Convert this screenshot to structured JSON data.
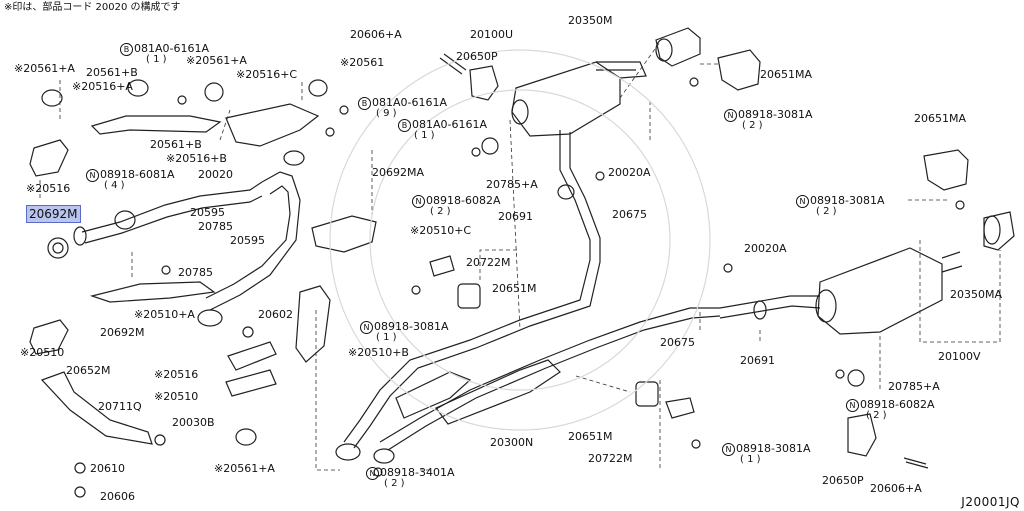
{
  "header_note": "※印は、部品コード 20020 の構成です",
  "diagram_code": "J20001JQ",
  "callouts": [
    {
      "id": "c1",
      "text": "※20561+A"
    },
    {
      "id": "c2",
      "text": "20561+B"
    },
    {
      "id": "c3",
      "text": "※20516+A"
    },
    {
      "id": "c4",
      "text": "081A0-6161A",
      "mark": "B"
    },
    {
      "id": "c5",
      "text": "※20561+A"
    },
    {
      "id": "c6",
      "text": "※20516+C"
    },
    {
      "id": "c7",
      "text": "20606+A"
    },
    {
      "id": "c8",
      "text": "20100U"
    },
    {
      "id": "c9",
      "text": "20350M"
    },
    {
      "id": "c10",
      "text": "20650P"
    },
    {
      "id": "c11",
      "text": "※20561"
    },
    {
      "id": "c12",
      "text": "081A0-6161A",
      "mark": "B"
    },
    {
      "id": "c13",
      "text": "081A0-6161A",
      "mark": "B"
    },
    {
      "id": "c14",
      "text": "20651MA"
    },
    {
      "id": "c15",
      "text": "08918-3081A",
      "mark": "N"
    },
    {
      "id": "c16",
      "text": "20561+B"
    },
    {
      "id": "c17",
      "text": "※20516+B"
    },
    {
      "id": "c18",
      "text": "08918-6081A",
      "mark": "N"
    },
    {
      "id": "c19",
      "text": "20020"
    },
    {
      "id": "c20",
      "text": "20692MA"
    },
    {
      "id": "c21",
      "text": "20785+A"
    },
    {
      "id": "c22",
      "text": "20020A"
    },
    {
      "id": "c23",
      "text": "※20516"
    },
    {
      "id": "c24",
      "text": "20692M",
      "highlight": true
    },
    {
      "id": "c25",
      "text": "20595"
    },
    {
      "id": "c26",
      "text": "20785"
    },
    {
      "id": "c27",
      "text": "20595"
    },
    {
      "id": "c28",
      "text": "20785"
    },
    {
      "id": "c29",
      "text": "08918-6082A",
      "mark": "N"
    },
    {
      "id": "c30",
      "text": "20691"
    },
    {
      "id": "c31",
      "text": "20675"
    },
    {
      "id": "c32",
      "text": "※20510+C"
    },
    {
      "id": "c33",
      "text": "20651MA"
    },
    {
      "id": "c34",
      "text": "08918-3081A",
      "mark": "N"
    },
    {
      "id": "c35",
      "text": "20722M"
    },
    {
      "id": "c36",
      "text": "20651M"
    },
    {
      "id": "c37",
      "text": "20020A"
    },
    {
      "id": "c38",
      "text": "20350MA"
    },
    {
      "id": "c39",
      "text": "※20510+A"
    },
    {
      "id": "c40",
      "text": "20602"
    },
    {
      "id": "c41",
      "text": "20692M"
    },
    {
      "id": "c42",
      "text": "08918-3081A",
      "mark": "N"
    },
    {
      "id": "c43",
      "text": "※20510"
    },
    {
      "id": "c44",
      "text": "※20516"
    },
    {
      "id": "c45",
      "text": "※20510+B"
    },
    {
      "id": "c46",
      "text": "20675"
    },
    {
      "id": "c47",
      "text": "20691"
    },
    {
      "id": "c48",
      "text": "20100V"
    },
    {
      "id": "c49",
      "text": "20652M"
    },
    {
      "id": "c50",
      "text": "※20510"
    },
    {
      "id": "c51",
      "text": "20711Q"
    },
    {
      "id": "c52",
      "text": "20030B"
    },
    {
      "id": "c53",
      "text": "20785+A"
    },
    {
      "id": "c54",
      "text": "08918-6082A",
      "mark": "N"
    },
    {
      "id": "c55",
      "text": "20300N"
    },
    {
      "id": "c56",
      "text": "20651M"
    },
    {
      "id": "c57",
      "text": "20610"
    },
    {
      "id": "c58",
      "text": "※20561+A"
    },
    {
      "id": "c59",
      "text": "20722M"
    },
    {
      "id": "c60",
      "text": "08918-3081A",
      "mark": "N"
    },
    {
      "id": "c61",
      "text": "20606"
    },
    {
      "id": "c62",
      "text": "08918-3401A",
      "mark": "N"
    },
    {
      "id": "c63",
      "text": "20650P"
    },
    {
      "id": "c64",
      "text": "20606+A"
    }
  ],
  "quantities": [
    {
      "id": "q4",
      "text": "( 1 )"
    },
    {
      "id": "q12",
      "text": "( 9 )"
    },
    {
      "id": "q13",
      "text": "( 1 )"
    },
    {
      "id": "q15",
      "text": "( 2 )"
    },
    {
      "id": "q18",
      "text": "( 4 )"
    },
    {
      "id": "q29",
      "text": "( 2 )"
    },
    {
      "id": "q34",
      "text": "( 2 )"
    },
    {
      "id": "q42",
      "text": "( 1 )"
    },
    {
      "id": "q54",
      "text": "( 2 )"
    },
    {
      "id": "q60",
      "text": "( 1 )"
    },
    {
      "id": "q62",
      "text": "( 2 )"
    }
  ]
}
